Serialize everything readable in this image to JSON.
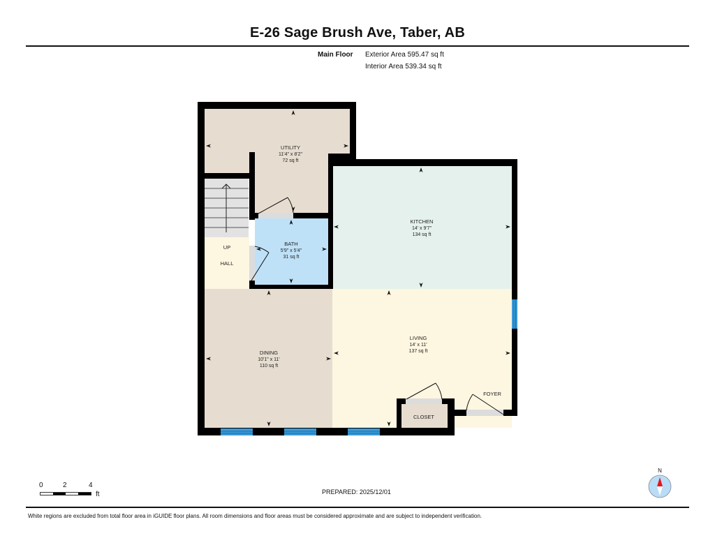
{
  "header": {
    "title": "E-26 Sage Brush Ave, Taber, AB",
    "floor_label": "Main Floor",
    "exterior_area": "Exterior Area 595.47 sq ft",
    "interior_area": "Interior Area 539.34 sq ft"
  },
  "rooms": [
    {
      "name": "UTILITY",
      "dimensions": "11'4\" x 8'2\"",
      "area": "72 sq ft",
      "color": "#e6ddd0"
    },
    {
      "name": "KITCHEN",
      "dimensions": "14' x 9'7\"",
      "area": "134 sq ft",
      "color": "#e4f1ec"
    },
    {
      "name": "BATH",
      "dimensions": "5'9\" x 5'4\"",
      "area": "31 sq ft",
      "color": "#bfe1f8"
    },
    {
      "name": "HALL",
      "dimensions": "",
      "area": "",
      "color": "#fdf6e1"
    },
    {
      "name": "DINING",
      "dimensions": "10'1\" x 11'",
      "area": "110 sq ft",
      "color": "#e6ddd0"
    },
    {
      "name": "LIVING",
      "dimensions": "14' x 11'",
      "area": "137 sq ft",
      "color": "#fdf6e1"
    },
    {
      "name": "CLOSET",
      "dimensions": "",
      "area": "",
      "color": "#e6ddd0"
    },
    {
      "name": "FOYER",
      "dimensions": "",
      "area": "",
      "color": "#fdf6e1"
    }
  ],
  "stairs": {
    "label": "UP"
  },
  "colors": {
    "wall": "#000000",
    "window": "#3a9ad9",
    "stairs": "#e2e2e2",
    "door_threshold": "#dcdcdc",
    "compass_red": "#e8141b",
    "compass_blue": "#b9dcf7"
  },
  "scale": {
    "ticks": [
      "0",
      "2",
      "4"
    ],
    "unit": "ft"
  },
  "footer": {
    "prepared": "PREPARED: 2025/12/01",
    "compass_label": "N",
    "disclaimer": "White regions are excluded from total floor area in iGUIDE floor plans. All room dimensions and floor areas must be considered approximate and are subject to independent verification."
  }
}
